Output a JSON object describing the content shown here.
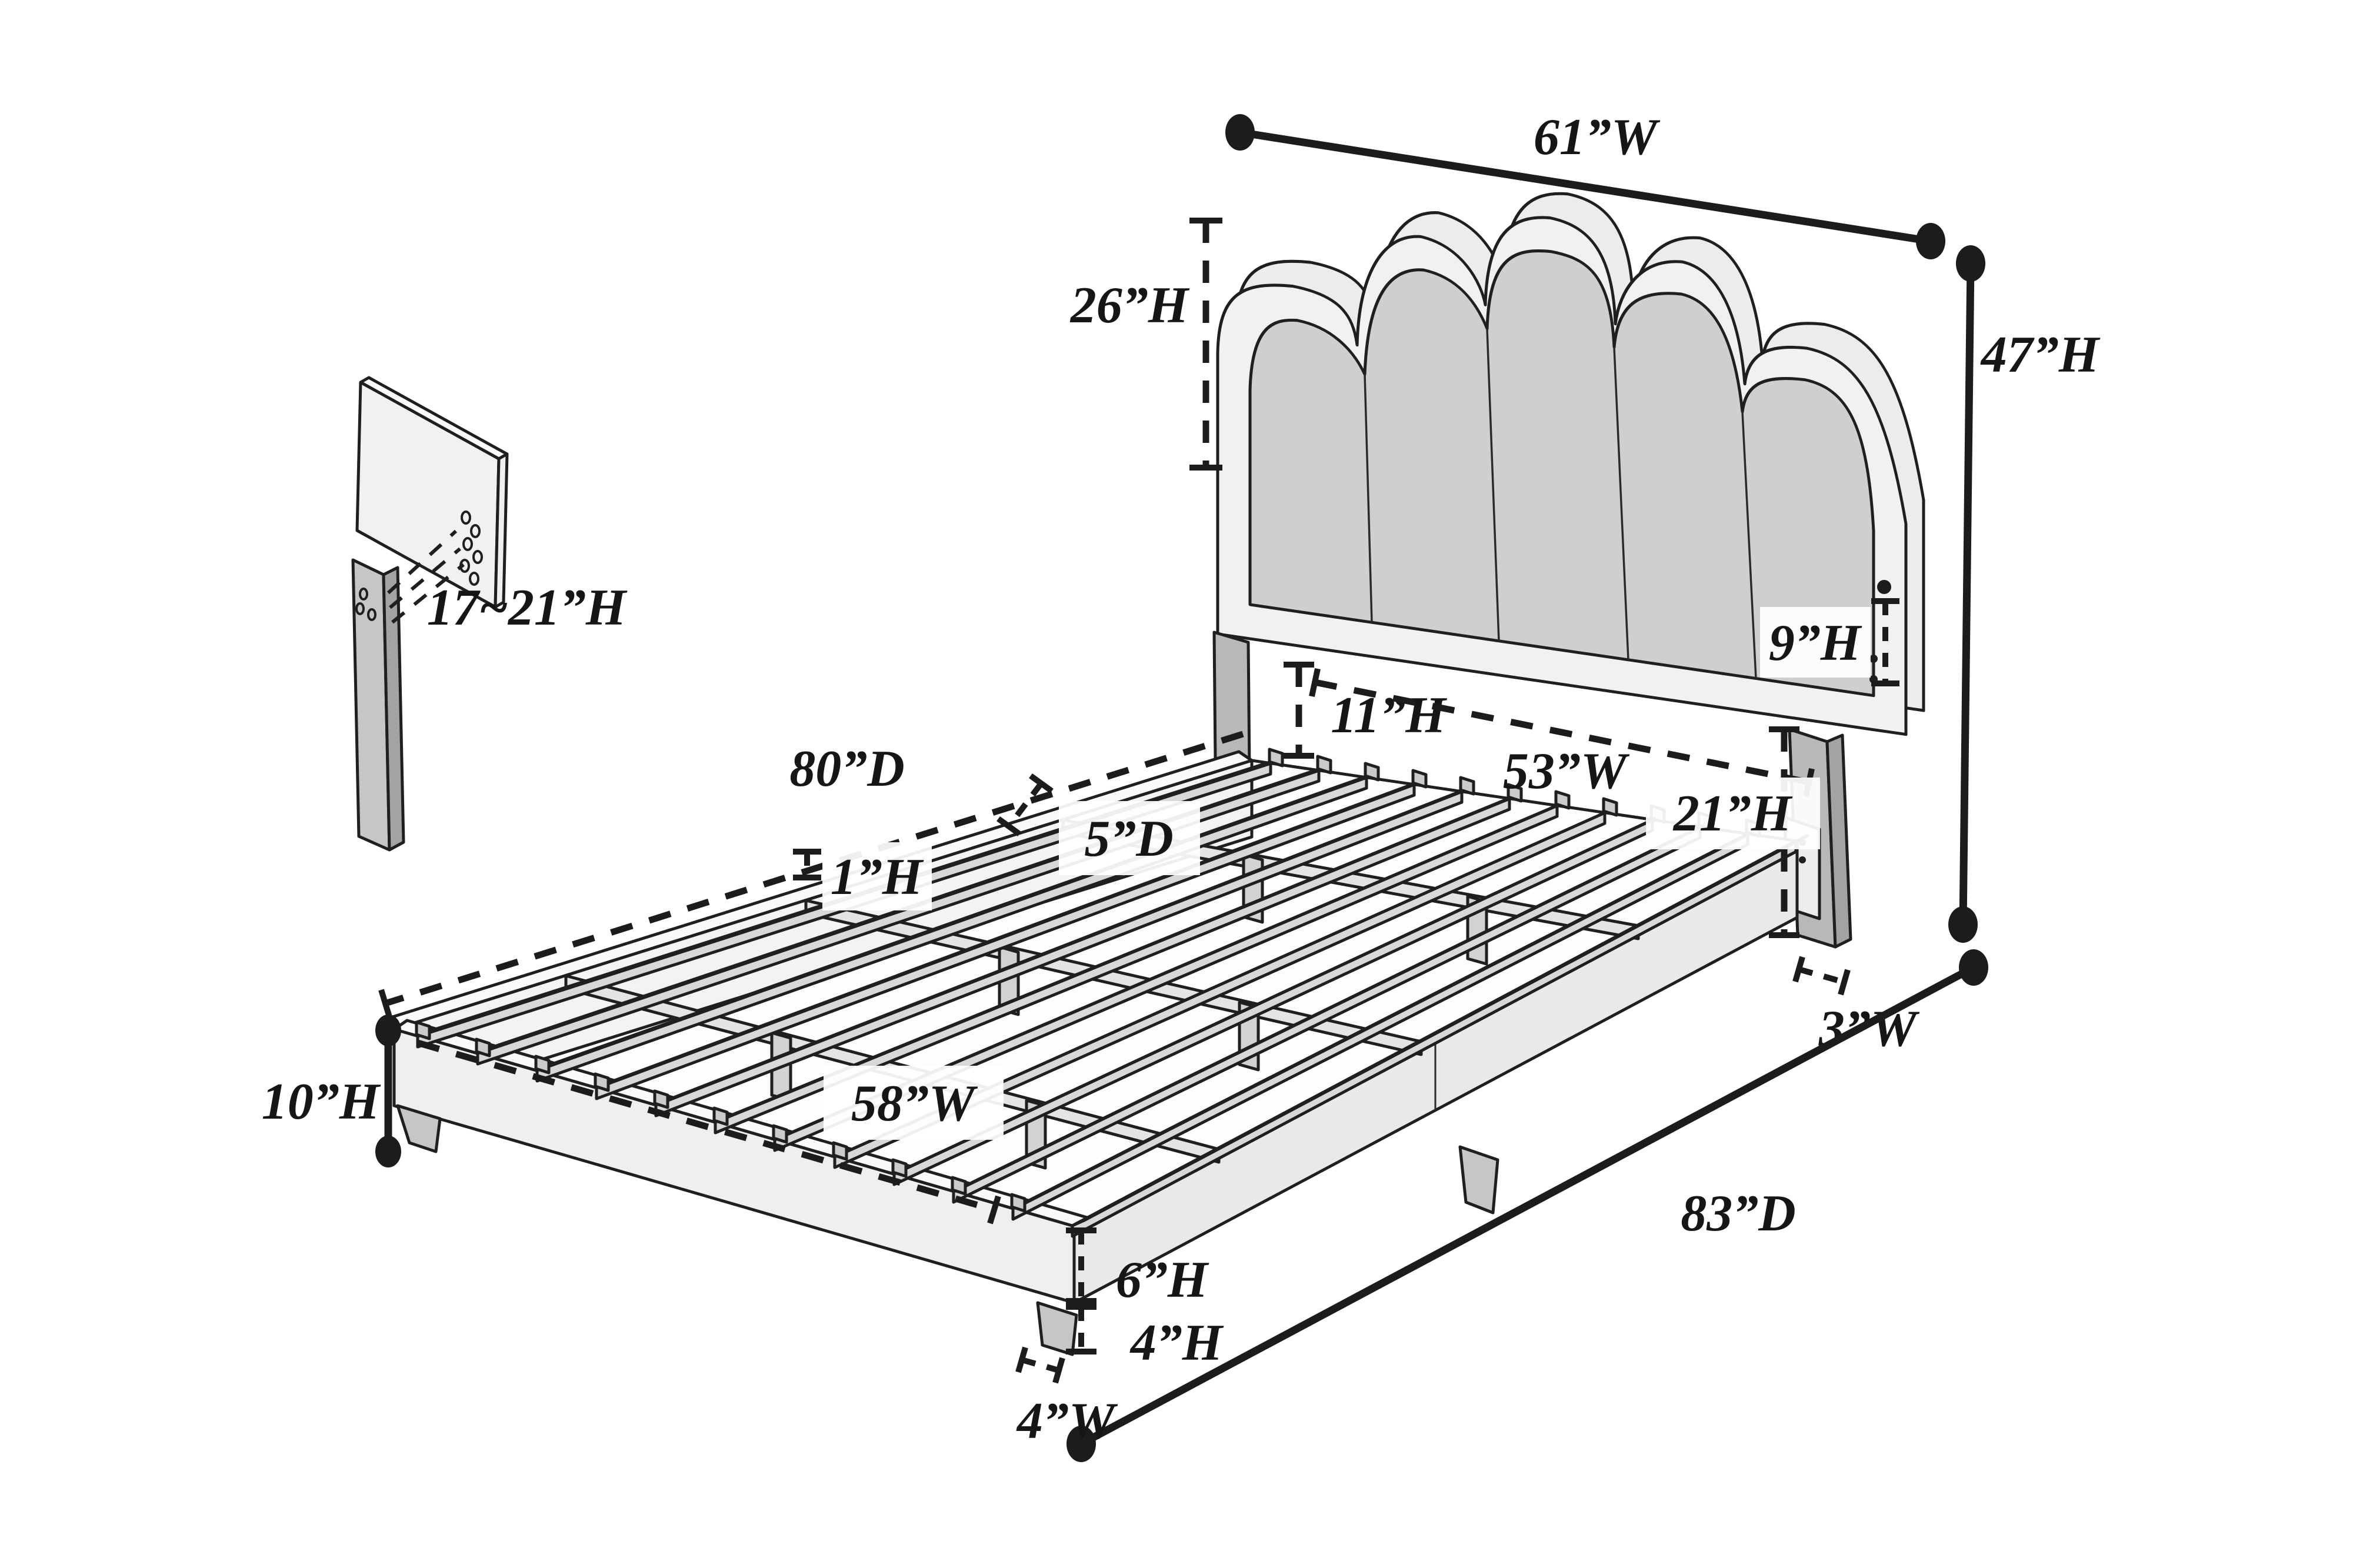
{
  "diagram": {
    "kind": "furniture-dimension-diagram",
    "subject": "upholstered platform bed with scalloped headboard, slat deck and detached headboard leg panel",
    "units": "inches",
    "colors": {
      "background": "#ffffff",
      "line": "#1c1c1c",
      "panel_fill": "#cfcfcf",
      "border_fill": "#f1f1f1",
      "rail_fill": "#f3f3f3",
      "leg_fill": "#b8b8b8"
    },
    "annotations": [
      {
        "id": "headboard-width",
        "text": "61”W"
      },
      {
        "id": "headboard-panel-height",
        "text": "26”H"
      },
      {
        "id": "overall-height",
        "text": "47”H"
      },
      {
        "id": "adjustable-leg-height",
        "text": "17~21”H"
      },
      {
        "id": "frame-depth",
        "text": "80”D"
      },
      {
        "id": "clearance-height",
        "text": "11”H"
      },
      {
        "id": "inner-width",
        "text": "53”W"
      },
      {
        "id": "rail-height",
        "text": "9”H"
      },
      {
        "id": "leg-to-floor-height",
        "text": "21”H"
      },
      {
        "id": "slat-spacing",
        "text": "5”D"
      },
      {
        "id": "slat-thickness",
        "text": "1”H"
      },
      {
        "id": "leg-width",
        "text": "3”W"
      },
      {
        "id": "platform-height",
        "text": "10”H"
      },
      {
        "id": "inner-frame-width",
        "text": "58”W"
      },
      {
        "id": "overall-depth",
        "text": "83”D"
      },
      {
        "id": "side-rail-height",
        "text": "6”H"
      },
      {
        "id": "foot-leg-height",
        "text": "4”H"
      },
      {
        "id": "foot-leg-width",
        "text": "4”W"
      }
    ]
  }
}
